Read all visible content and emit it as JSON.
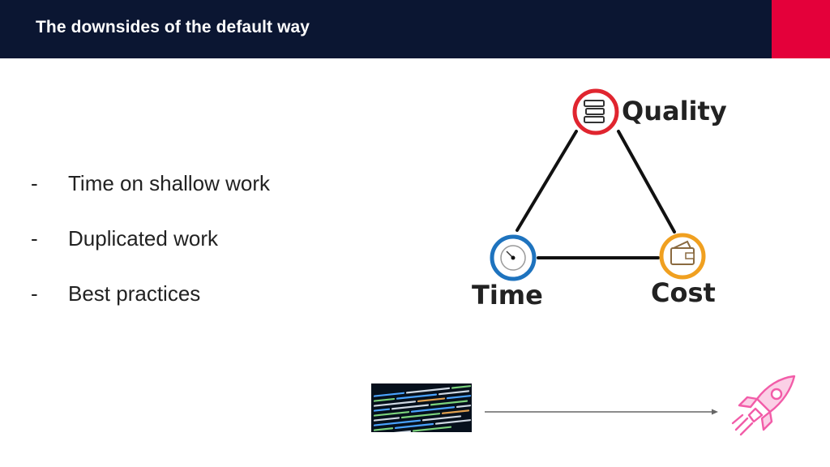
{
  "header": {
    "title": "The downsides of the default way",
    "background": "#0b1632",
    "accent": "#e4003a"
  },
  "bullets": [
    {
      "marker": "-",
      "text": "Time on shallow work"
    },
    {
      "marker": "-",
      "text": "Duplicated work"
    },
    {
      "marker": "-",
      "text": "Best practices"
    }
  ],
  "triangle": {
    "quality": {
      "label": "Quality",
      "icon": "document-stack-icon",
      "color": "#e0252f"
    },
    "time": {
      "label": "Time",
      "icon": "clock-icon",
      "color": "#1e73be"
    },
    "cost": {
      "label": "Cost",
      "icon": "wallet-icon",
      "color": "#f0a020"
    }
  },
  "footer": {
    "left_image": "code-screen-image",
    "arrow": "right-arrow-icon",
    "right_image": "rocket-icon",
    "rocket_color": "#f25ca8"
  }
}
